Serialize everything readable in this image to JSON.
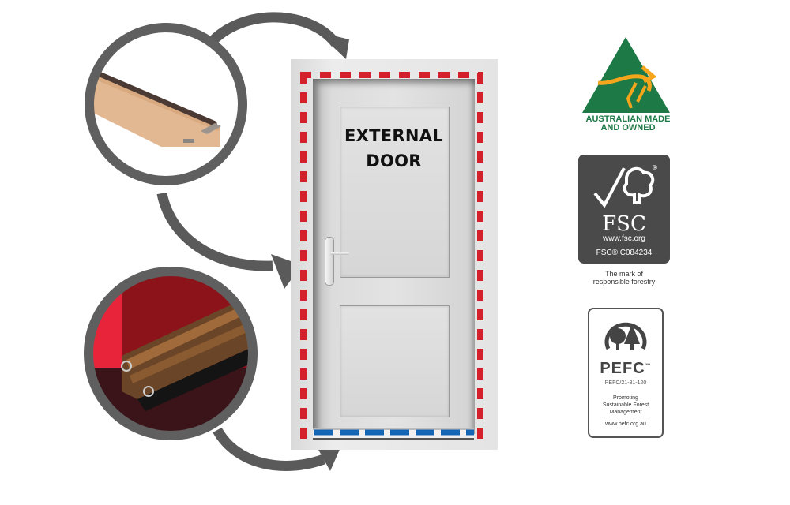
{
  "door": {
    "label_line1": "EXTERNAL",
    "label_line2": "DOOR",
    "seal_color_frame": "#d4202a",
    "seal_color_threshold": "#1565b5",
    "frame_seal_icon": "red-dashed-seal-line",
    "threshold_seal_icon": "blue-dashed-seal-line"
  },
  "callouts": [
    {
      "id": "frame-seal-product",
      "icon": "timber-door-seal-profile",
      "ring_color": "#5f5f5f",
      "points_to": "door frame"
    },
    {
      "id": "door-bottom-seal-product",
      "icon": "bronze-aluminium-door-bottom-seal",
      "ring_color": "#5f5f5f",
      "points_to": "door threshold"
    }
  ],
  "arrows": {
    "color": "#5a5a5a"
  },
  "logos": {
    "australian_made": {
      "line1": "AUSTRALIAN MADE",
      "line2": "AND OWNED",
      "green": "#1d7a46",
      "gold": "#f4a51c",
      "icon": "kangaroo-triangle-icon"
    },
    "fsc": {
      "name": "FSC",
      "url": "www.fsc.org",
      "code": "FSC® C084234",
      "caption_line1": "The mark of",
      "caption_line2": "responsible forestry",
      "icon": "checkmark-tree-icon",
      "bg": "#4a4a4a"
    },
    "pefc": {
      "name": "PEFC",
      "tm": "™",
      "code": "PEFC/21-31-120",
      "promo_line1": "Promoting",
      "promo_line2": "Sustainable Forest",
      "promo_line3": "Management",
      "url": "www.pefc.org.au",
      "icon": "trees-circle-icon"
    }
  }
}
